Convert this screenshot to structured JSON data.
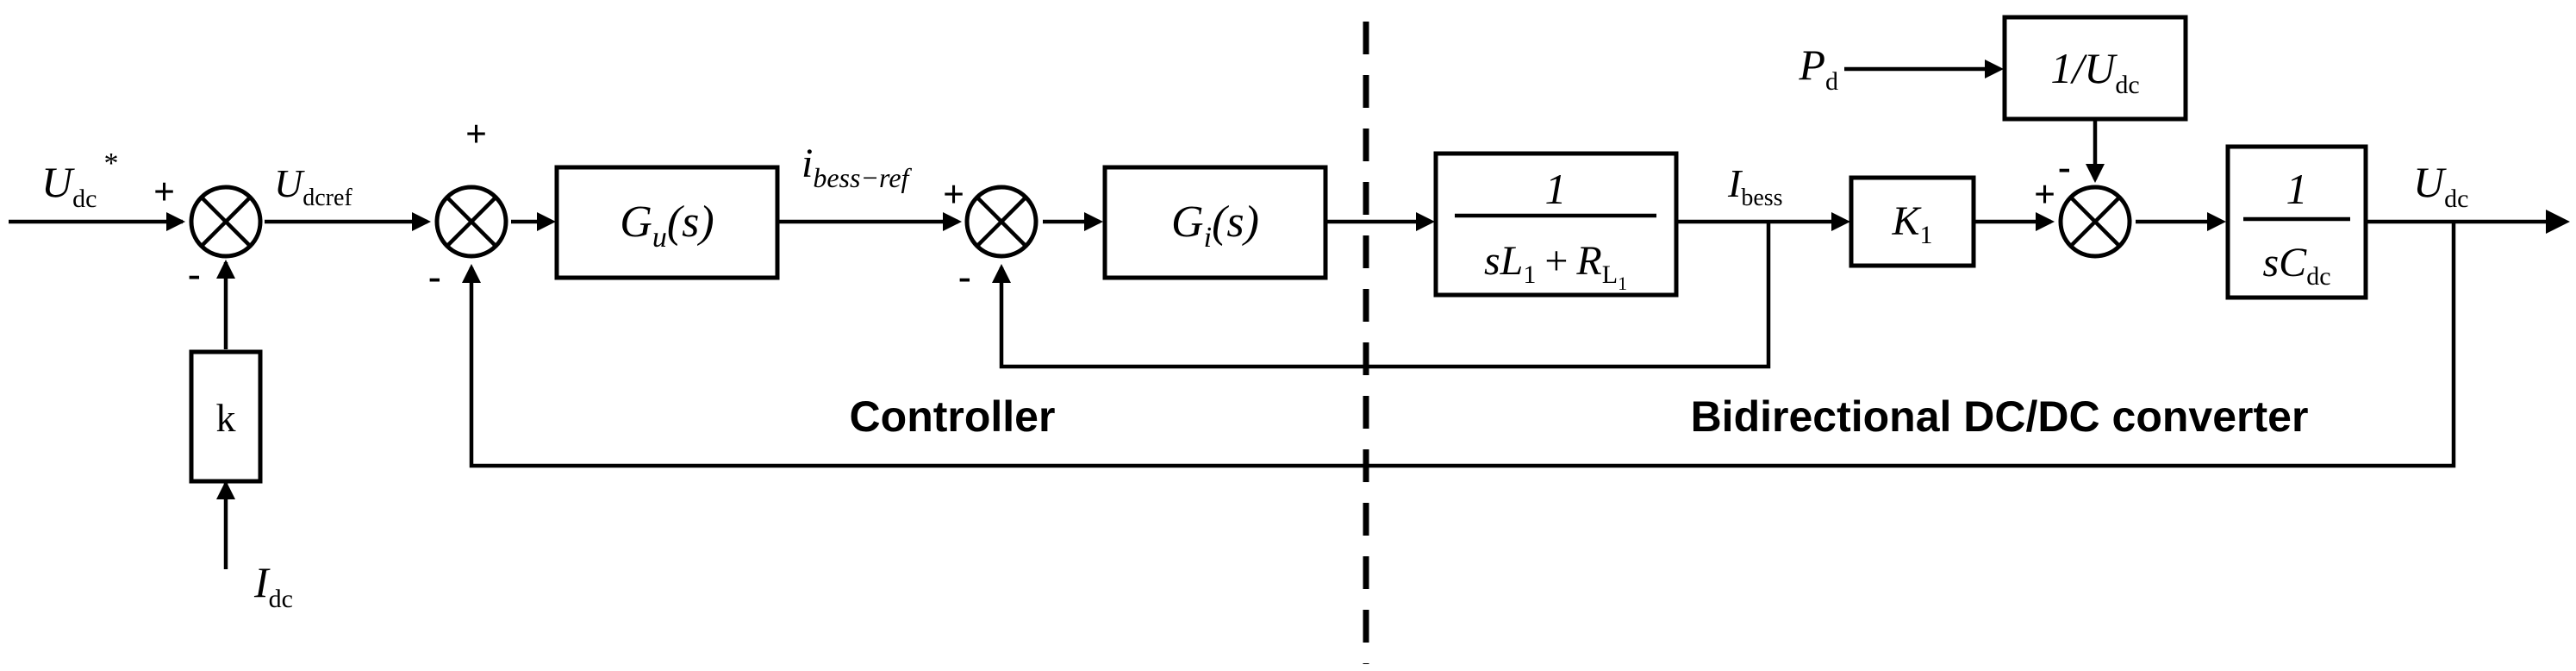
{
  "inputs": {
    "udc_ref_star": {
      "main": "U",
      "sub": "dc",
      "sup": "*"
    },
    "idc": {
      "main": "I",
      "sub": "dc"
    },
    "pd": {
      "main": "P",
      "sub": "d"
    }
  },
  "signals": {
    "udcref": {
      "main": "U",
      "sub": "dcref"
    },
    "ibess_ref": "i",
    "ibess_ref_sub": "bess−ref",
    "ibess": {
      "main": "I",
      "sub": "bess"
    },
    "udc_out": {
      "main": "U",
      "sub": "dc"
    }
  },
  "blocks": {
    "k": "k",
    "gu": {
      "main": "G",
      "sub": "u",
      "arg": "(s)"
    },
    "gi": {
      "main": "G",
      "sub": "i",
      "arg": "(s)"
    },
    "plant": {
      "num": "1",
      "s": "s",
      "L": "L",
      "L_sub": "1",
      "plus": "+",
      "R": "R",
      "R_sub": "L",
      "R_subsub": "1"
    },
    "k1": {
      "main": "K",
      "sub": "1"
    },
    "inv_udc": {
      "prefix": "1/",
      "main": "U",
      "sub": "dc"
    },
    "cap": {
      "num": "1",
      "s": "s",
      "C": "C",
      "C_sub": "dc"
    }
  },
  "signs": {
    "s1_plus": "+",
    "s1_minus": "-",
    "s2_plus": "+",
    "s2_minus": "-",
    "s3_plus": "+",
    "s3_minus": "-",
    "s4_plus": "+",
    "s4_minus": "-"
  },
  "labels": {
    "controller": "Controller",
    "converter": "Bidirectional DC/DC converter"
  }
}
